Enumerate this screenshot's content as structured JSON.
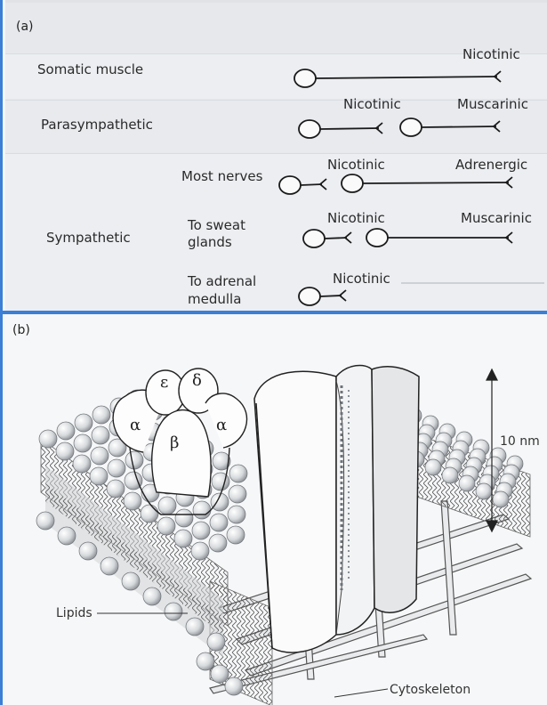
{
  "panel_a": {
    "letter": "(a)",
    "rows": {
      "somatic": {
        "label": "Somatic muscle",
        "receptor": "Nicotinic"
      },
      "parasympathetic": {
        "label": "Parasympathetic",
        "receptor_1": "Nicotinic",
        "receptor_2": "Muscarinic"
      },
      "sympathetic": {
        "label": "Sympathetic",
        "most_nerves": {
          "label": "Most nerves",
          "receptor_1": "Nicotinic",
          "receptor_2": "Adrenergic"
        },
        "sweat_glands": {
          "label_line1": "To sweat",
          "label_line2": "glands",
          "receptor_1": "Nicotinic",
          "receptor_2": "Muscarinic"
        },
        "adrenal": {
          "label_line1": "To adrenal",
          "label_line2": "medulla",
          "receptor": "Nicotinic"
        }
      }
    }
  },
  "panel_b": {
    "letter": "(b)",
    "subunits": [
      "α",
      "ε",
      "δ",
      "β",
      "α"
    ],
    "scale_label": "10 nm",
    "lipids_label": "Lipids",
    "cytoskeleton_label": "Cytoskeleton"
  },
  "colors": {
    "frame": "#3b7fd6",
    "line": "#1a1a1a",
    "lipid_head": "#d9dcdf"
  }
}
